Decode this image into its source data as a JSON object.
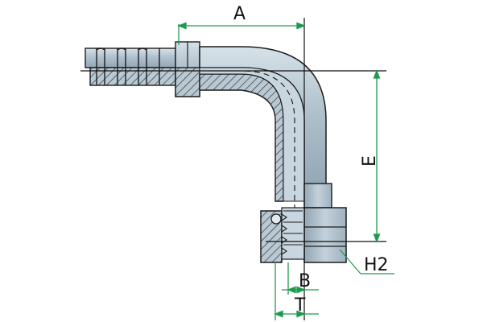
{
  "diagram": {
    "labels": {
      "A": "A",
      "E": "E",
      "H2": "H2",
      "B": "B",
      "T": "T"
    },
    "colors": {
      "steel_light": "#b9c9d4",
      "steel_mid": "#9fb2bf",
      "steel_dark": "#7f94a3",
      "outline": "#1c1c1c",
      "dimension": "#1e9a4f",
      "centerline": "#111111",
      "text": "#111111"
    }
  }
}
